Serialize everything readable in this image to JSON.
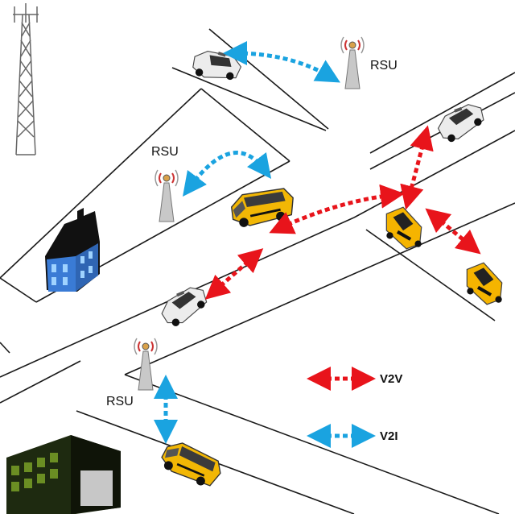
{
  "labels": {
    "rsu_top": "RSU",
    "rsu_left": "RSU",
    "rsu_bottom": "RSU"
  },
  "legend": {
    "v2v_label": "V2V",
    "v2i_label": "V2I"
  },
  "colors": {
    "v2v": "#e8141b",
    "v2i": "#1aa3e0",
    "road": "#1a1a1a",
    "school_bus": "#f2b705",
    "taxi": "#f5b400",
    "police_car": "#e9e9e9",
    "house_wall": "#3a7bd5",
    "house_roof": "#111111",
    "building": "#1e2a10",
    "building_window": "#6b8e23"
  },
  "icons": {
    "cell_tower": "cell-tower-icon",
    "rsu": "rsu-antenna-icon",
    "house": "house-icon",
    "office": "office-building-icon",
    "bus": "school-bus-icon",
    "taxi": "taxi-icon",
    "police": "police-car-icon"
  }
}
